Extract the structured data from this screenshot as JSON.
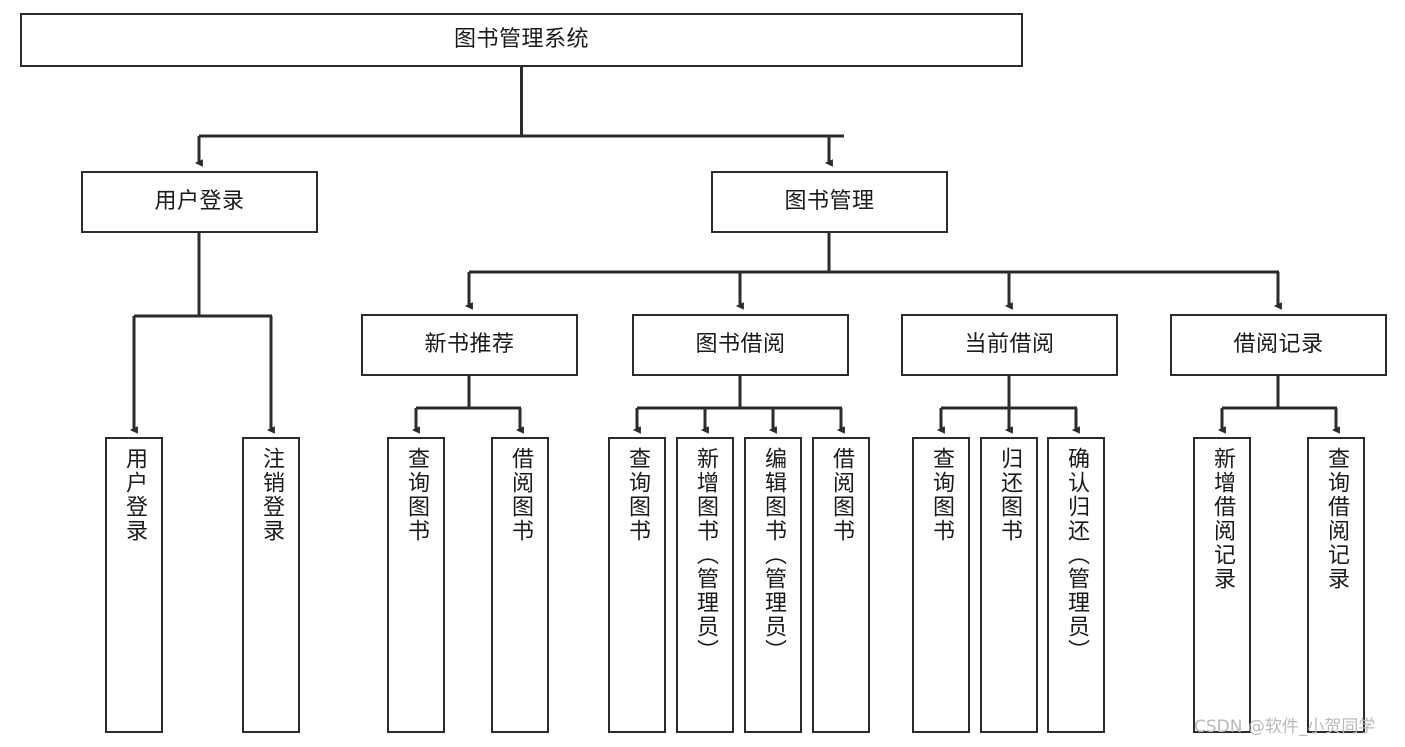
{
  "diagram": {
    "title": "图书管理系统",
    "type": "hierarchy-tree",
    "colors": {
      "box_border": "#2b2b2b",
      "box_fill": "#ffffff",
      "connector": "#2b2b2b",
      "text": "#1a1a1a",
      "watermark": "#b9b9b9"
    },
    "nodes": {
      "root": {
        "label": "图书管理系统",
        "orientation": "horizontal"
      },
      "level1": [
        {
          "label": "用户登录",
          "orientation": "horizontal"
        },
        {
          "label": "图书管理",
          "orientation": "horizontal"
        }
      ],
      "level2": [
        {
          "label": "新书推荐",
          "orientation": "horizontal"
        },
        {
          "label": "图书借阅",
          "orientation": "horizontal"
        },
        {
          "label": "当前借阅",
          "orientation": "horizontal"
        },
        {
          "label": "借阅记录",
          "orientation": "horizontal"
        }
      ],
      "leaves": {
        "user_login": [
          {
            "label": "用户登录",
            "orientation": "vertical"
          },
          {
            "label": "注销登录",
            "orientation": "vertical"
          }
        ],
        "new_book_recommend": [
          {
            "label": "查询图书",
            "orientation": "vertical"
          },
          {
            "label": "借阅图书",
            "orientation": "vertical"
          }
        ],
        "book_borrow": [
          {
            "label": "查询图书",
            "orientation": "vertical"
          },
          {
            "label": "新增图书（管理员）",
            "orientation": "vertical"
          },
          {
            "label": "编辑图书（管理员）",
            "orientation": "vertical"
          },
          {
            "label": "借阅图书",
            "orientation": "vertical"
          }
        ],
        "current_borrow": [
          {
            "label": "查询图书",
            "orientation": "vertical"
          },
          {
            "label": "归还图书",
            "orientation": "vertical"
          },
          {
            "label": "确认归还（管理员）",
            "orientation": "vertical"
          }
        ],
        "borrow_record": [
          {
            "label": "新增借阅记录",
            "orientation": "vertical"
          },
          {
            "label": "查询借阅记录",
            "orientation": "vertical"
          }
        ]
      }
    },
    "watermark": "CSDN @软件_小贺同学"
  }
}
